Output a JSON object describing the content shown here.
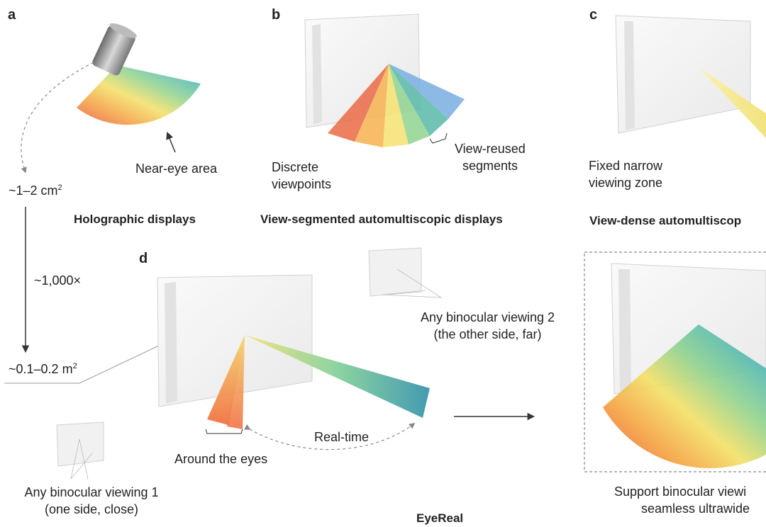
{
  "panels": {
    "a": "a",
    "b": "b",
    "c": "c",
    "d": "d"
  },
  "headings": {
    "holographic": "Holographic displays",
    "segmented": "View-segmented automultiscopic displays",
    "dense": "View-dense automultiscop",
    "eyereal": "EyeReal"
  },
  "labels": {
    "near_eye_area": "Near-eye area",
    "area_small_prefix": "~1–2 cm",
    "area_small_exp": "2",
    "scale_factor": "~1,000×",
    "area_large_prefix": "~0.1–0.2 m",
    "area_large_exp": "2",
    "discrete_viewpoints_1": "Discrete",
    "discrete_viewpoints_2": "viewpoints",
    "view_reused_1": "View-reused",
    "view_reused_2": "segments",
    "fixed_narrow_1": "Fixed narrow",
    "fixed_narrow_2": "viewing zone",
    "binocular_2_line1": "Any binocular viewing 2",
    "binocular_2_line2": "(the other side, far)",
    "around_the_eyes": "Around the eyes",
    "real_time": "Real-time",
    "binocular_1_line1": "Any binocular viewing 1",
    "binocular_1_line2": "(one side, close)",
    "support_line1": "Support binocular viewi",
    "support_line2": "seamless ultrawide"
  },
  "colors": {
    "text": "#222222",
    "panel_fill": "#f3f3f3",
    "panel_edge": "#d2d2d2",
    "arrow": "#333333",
    "dashed": "#888888"
  }
}
